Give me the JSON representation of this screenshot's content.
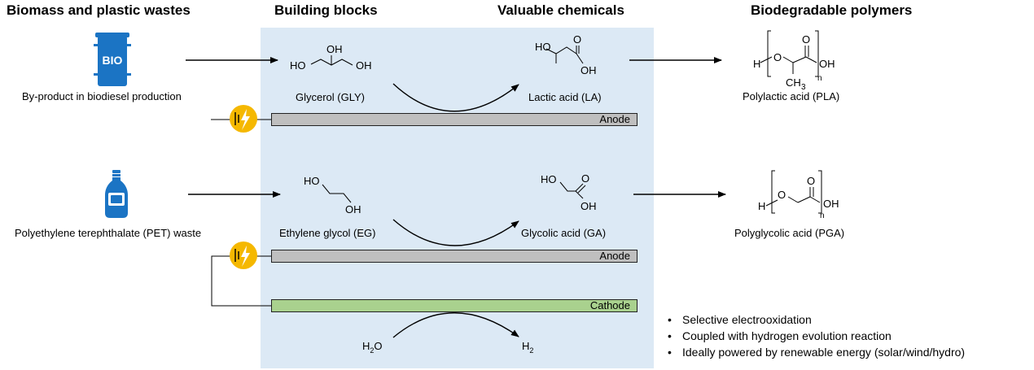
{
  "headers": {
    "col1": "Biomass and plastic wastes",
    "col2": "Building blocks",
    "col3": "Valuable chemicals",
    "col4": "Biodegradable polymers"
  },
  "row1": {
    "source_caption": "By-product in biodiesel production",
    "source_icon_text": "BIO",
    "source_icon": "barrel-icon",
    "building_block": {
      "name": "Glycerol (GLY)",
      "atoms": [
        "OH",
        "HO",
        "OH"
      ]
    },
    "chemical": {
      "name": "Lactic acid (LA)",
      "atoms": [
        "HO",
        "O",
        "OH"
      ]
    },
    "polymer": {
      "name": "Polylactic acid (PLA)",
      "atoms": [
        "H",
        "O",
        "O",
        "OH",
        "n",
        "CH",
        "3"
      ]
    },
    "electrode": "Anode"
  },
  "row2": {
    "source_caption": "Polyethylene terephthalate (PET) waste",
    "source_icon": "plastic-bottle-icon",
    "building_block": {
      "name": "Ethylene glycol (EG)",
      "atoms": [
        "HO",
        "OH"
      ]
    },
    "chemical": {
      "name": "Glycolic acid (GA)",
      "atoms": [
        "HO",
        "O",
        "OH"
      ]
    },
    "polymer": {
      "name": "Polyglycolic acid (PGA)",
      "atoms": [
        "H",
        "O",
        "O",
        "OH",
        "n"
      ]
    },
    "electrode_anode": "Anode",
    "electrode_cathode": "Cathode",
    "her": {
      "reactant": "H",
      "reactant_sub": "2",
      "reactant_tail": "O",
      "product": "H",
      "product_sub": "2"
    }
  },
  "power_icon": "lightning-bolt-icon",
  "colors": {
    "panel": "#dce9f5",
    "anode": "#bfbfbf",
    "cathode": "#a9d18e",
    "power": "#f5b800",
    "icon_blue": "#1b74c4"
  },
  "bullets": [
    "Selective electrooxidation",
    "Coupled with hydrogen evolution reaction",
    "Ideally powered by renewable energy (solar/wind/hydro)"
  ]
}
